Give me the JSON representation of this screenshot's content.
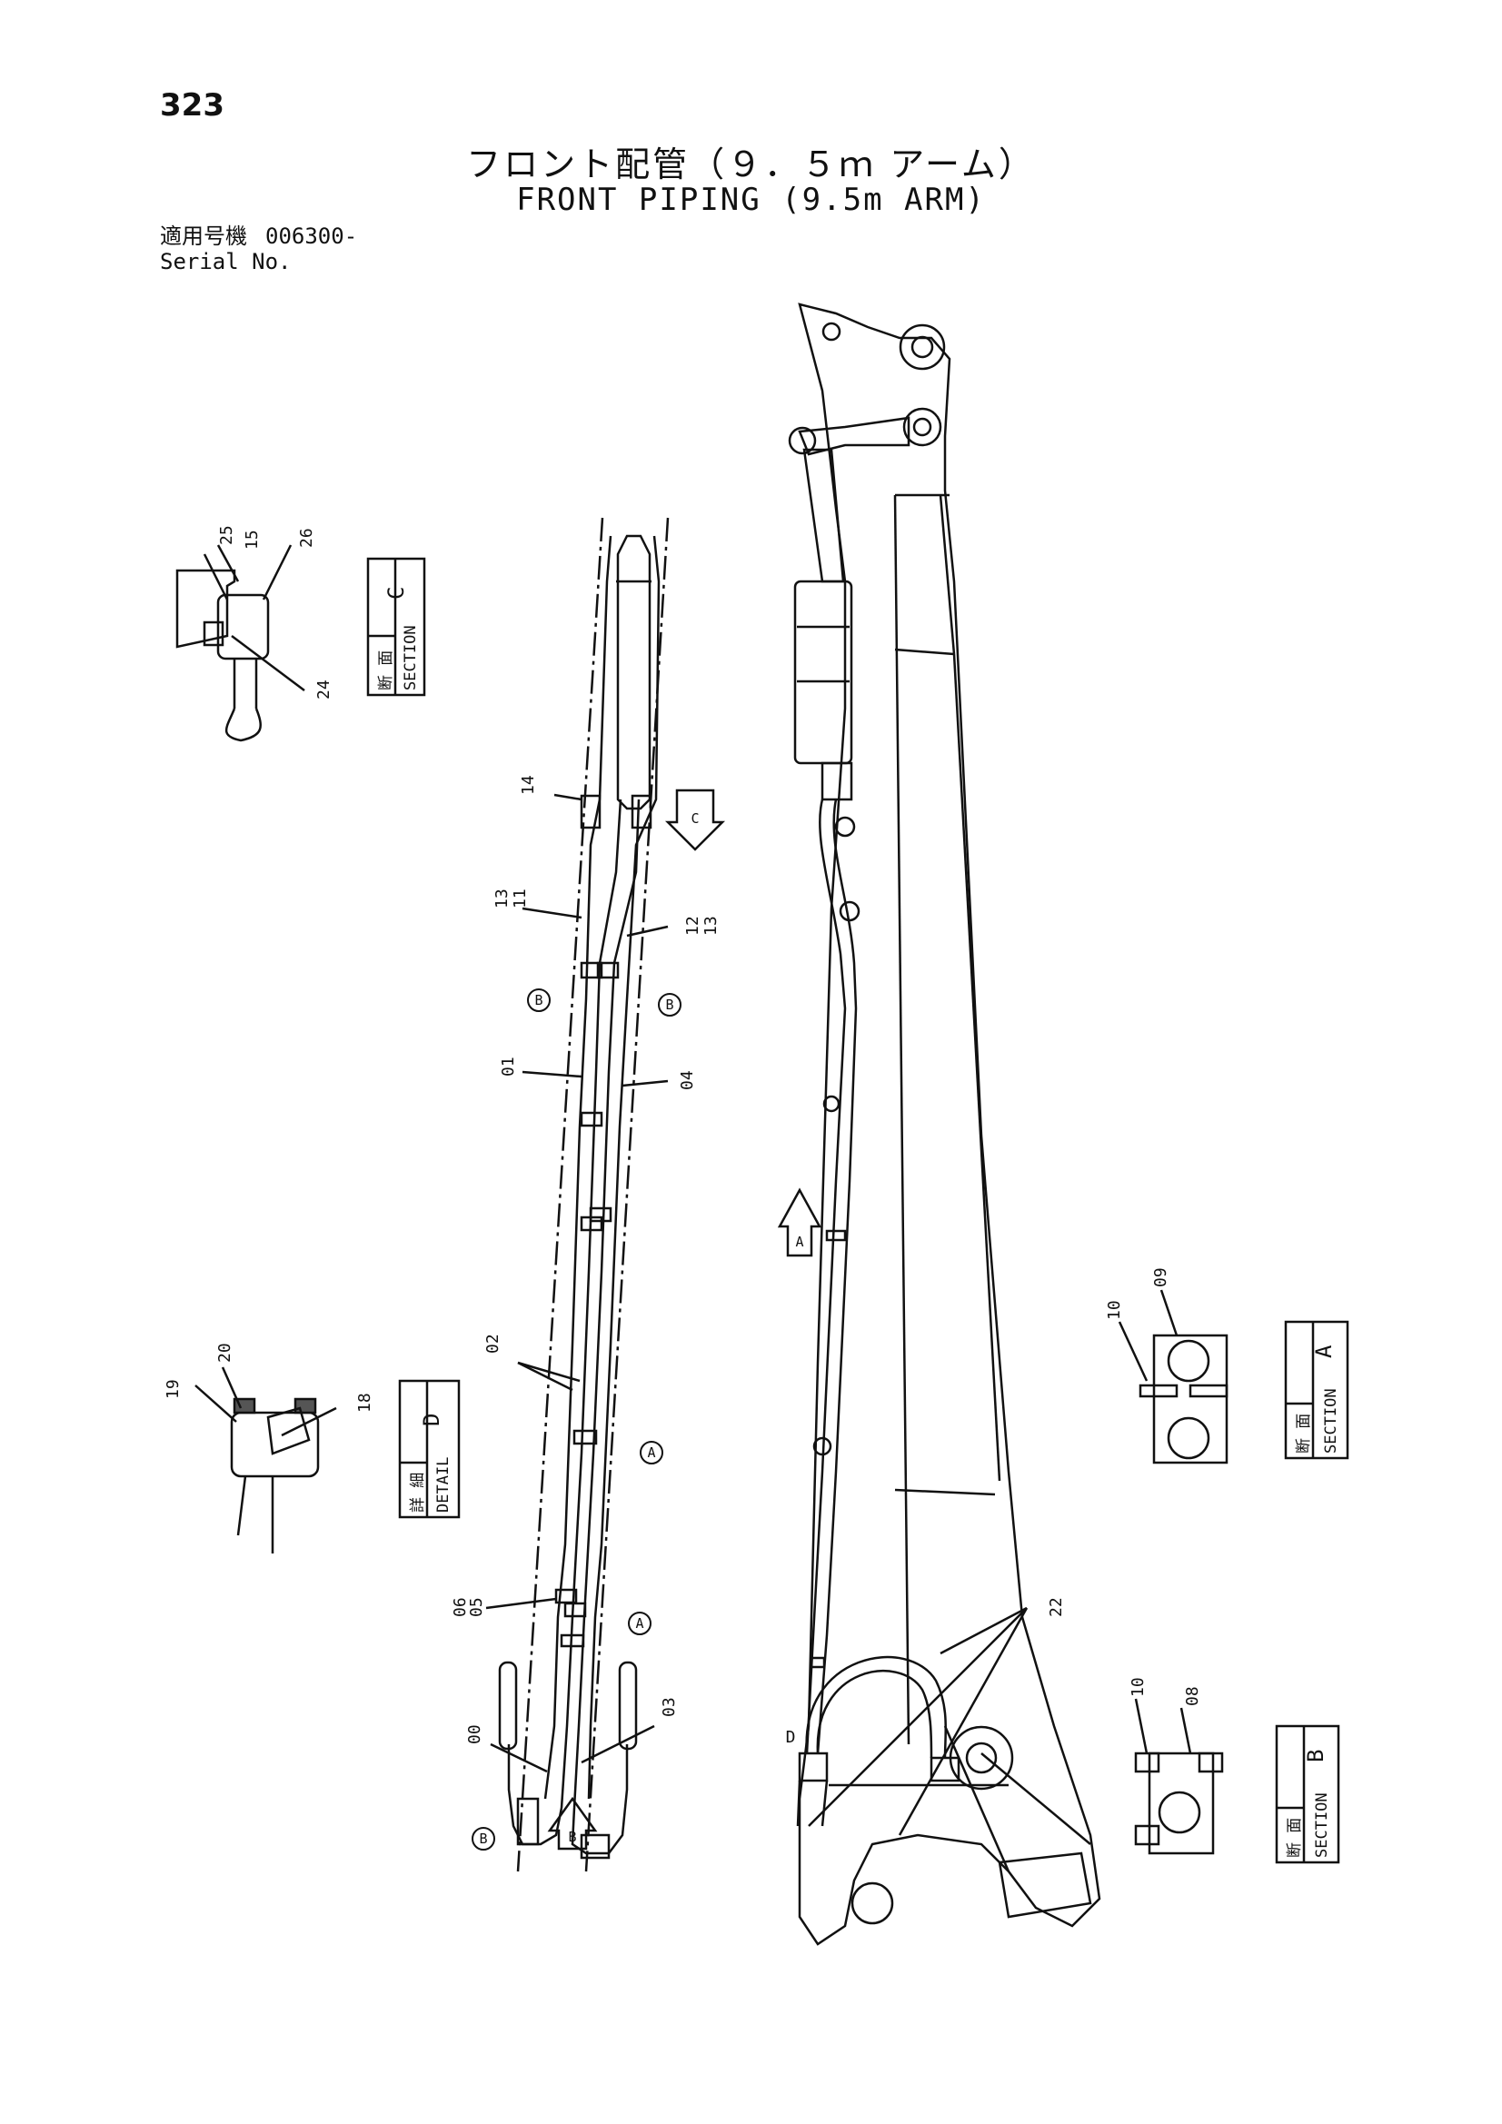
{
  "page_number": "323",
  "title": {
    "jp": "フロント配管（９．５ｍ アーム）",
    "en": "FRONT PIPING (9.5m ARM)"
  },
  "serial": {
    "label_jp": "適用号機",
    "value": "006300-",
    "label_en": "Serial No."
  },
  "views": {
    "section_c": {
      "jp": "断 面",
      "en": "SECTION",
      "letter": "C"
    },
    "detail_d": {
      "jp": "詳 細",
      "en": "DETAIL",
      "letter": "D"
    },
    "section_a": {
      "jp": "断 面",
      "en": "SECTION",
      "letter": "A"
    },
    "section_b": {
      "jp": "断 面",
      "en": "SECTION",
      "letter": "B"
    }
  },
  "part_numbers": {
    "p25": "25",
    "p15": "15",
    "p26": "26",
    "p24": "24",
    "p14": "14",
    "p13a": "13",
    "p11": "11",
    "p12": "12",
    "p13b": "13",
    "p01": "01",
    "p04": "04",
    "p02": "02",
    "p06": "06",
    "p05": "05",
    "p00": "00",
    "p03": "03",
    "p20": "20",
    "p19": "19",
    "p18": "18",
    "p22": "22",
    "p10a": "10",
    "p09": "09",
    "p10b": "10",
    "p08": "08"
  },
  "callouts": {
    "A": "A",
    "B": "B",
    "C": "C",
    "D": "D"
  }
}
